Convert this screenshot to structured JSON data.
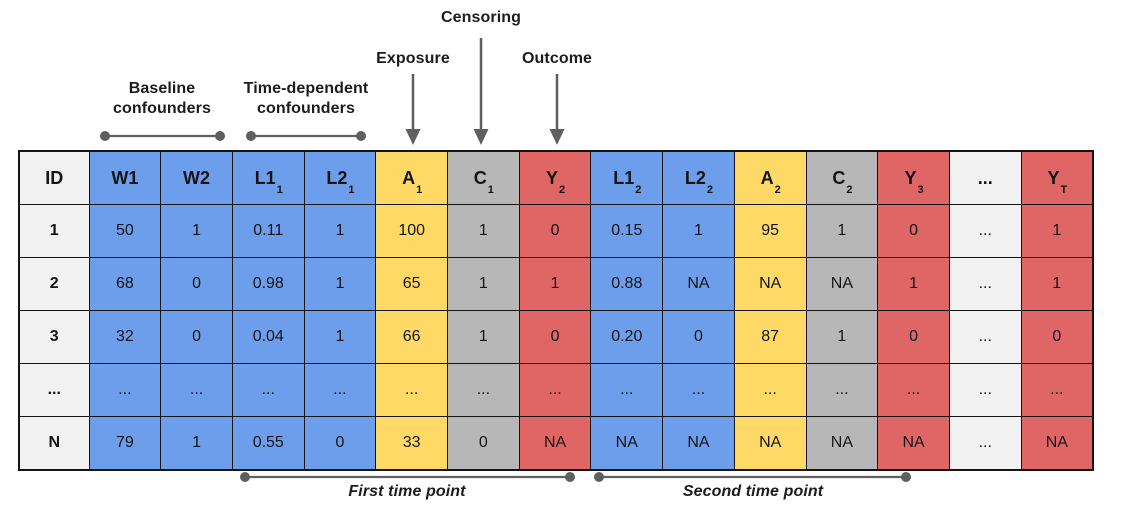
{
  "colors": {
    "blue": "#6D9EEB",
    "yellow": "#FFD966",
    "gray": "#B7B7B7",
    "red": "#E06666",
    "lightgray": "#F1F1F1",
    "line": "#5f5f5f",
    "border": "#141414"
  },
  "annotations": {
    "censoring": "Censoring",
    "exposure": "Exposure",
    "outcome": "Outcome",
    "baseline_confounders": "Baseline\nconfounders",
    "time_dependent_confounders": "Time-dependent\nconfounders",
    "first_time_point": "First time point",
    "second_time_point": "Second time point"
  },
  "table": {
    "columns": [
      {
        "label": "ID",
        "sub": "",
        "color": "lightgray"
      },
      {
        "label": "W1",
        "sub": "",
        "color": "blue"
      },
      {
        "label": "W2",
        "sub": "",
        "color": "blue"
      },
      {
        "label": "L1",
        "sub": "1",
        "color": "blue"
      },
      {
        "label": "L2",
        "sub": "1",
        "color": "blue"
      },
      {
        "label": "A",
        "sub": "1",
        "color": "yellow"
      },
      {
        "label": "C",
        "sub": "1",
        "color": "gray"
      },
      {
        "label": "Y",
        "sub": "2",
        "color": "red"
      },
      {
        "label": "L1",
        "sub": "2",
        "color": "blue"
      },
      {
        "label": "L2",
        "sub": "2",
        "color": "blue"
      },
      {
        "label": "A",
        "sub": "2",
        "color": "yellow"
      },
      {
        "label": "C",
        "sub": "2",
        "color": "gray"
      },
      {
        "label": "Y",
        "sub": "3",
        "color": "red"
      },
      {
        "label": "...",
        "sub": "",
        "color": "lightgray"
      },
      {
        "label": "Y",
        "sub": "T",
        "color": "red"
      }
    ],
    "rows": [
      [
        "1",
        "50",
        "1",
        "0.11",
        "1",
        "100",
        "1",
        "0",
        "0.15",
        "1",
        "95",
        "1",
        "0",
        "...",
        "1"
      ],
      [
        "2",
        "68",
        "0",
        "0.98",
        "1",
        "65",
        "1",
        "1",
        "0.88",
        "NA",
        "NA",
        "NA",
        "1",
        "...",
        "1"
      ],
      [
        "3",
        "32",
        "0",
        "0.04",
        "1",
        "66",
        "1",
        "0",
        "0.20",
        "0",
        "87",
        "1",
        "0",
        "...",
        "0"
      ],
      [
        "...",
        "...",
        "...",
        "...",
        "...",
        "...",
        "...",
        "...",
        "...",
        "...",
        "...",
        "...",
        "...",
        "...",
        "..."
      ],
      [
        "N",
        "79",
        "1",
        "0.55",
        "0",
        "33",
        "0",
        "NA",
        "NA",
        "NA",
        "NA",
        "NA",
        "NA",
        "...",
        "NA"
      ]
    ]
  }
}
